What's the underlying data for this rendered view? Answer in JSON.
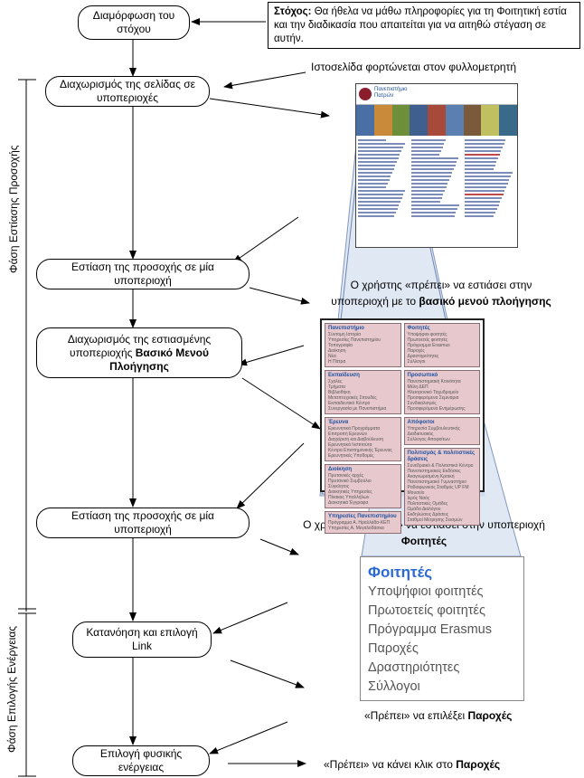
{
  "goal": {
    "label": "Στόχος:",
    "text": "Θα ήθελα να μάθω πληροφορίες για τη Φοιτητική εστία και την διαδικασία που απαιτείται για να αιτηθώ στέγαση σε αυτήν."
  },
  "nodes": {
    "n1": "Διαμόρφωση του στόχου",
    "n2": "Διαχωρισμός της σελίδας σε υποπεριοχές",
    "n3": "Εστίαση της προσοχής σε μία υποπεριοχή",
    "n4_prefix": "Διαχωρισμός της εστιασμένης υποπεριοχής",
    "n4_bold": "Βασικό Μενού Πλοήγησης",
    "n5": "Εστίαση της προσοχής σε μία υποπεριοχή",
    "n6": "Κατανόηση και επιλογή Link",
    "n7": "Επιλογή φυσικής ενέργειας"
  },
  "captions": {
    "c1": "Ιστοσελίδα φορτώνεται στον φυλλομετρητή",
    "c2_line1": "Ο χρήστης «πρέπει» να εστιάσει στην",
    "c2_line2_prefix": "υποπεριοχή με το",
    "c2_line2_bold": "βασικό μενού πλοήγησης",
    "c3_line1": "Ο χρήστης «πρέπει» να εστιάσει στην υποπεριοχή",
    "c3_line2_bold": "Φοιτητές",
    "c4_prefix": "«Πρέπει» να επιλέξει",
    "c4_bold": "Παροχές",
    "c5_prefix": "«Πρέπει» να κάνει κλικ στο",
    "c5_bold": "Παροχές"
  },
  "phases": {
    "attention": "Φάση Εστίασης Προσοχής",
    "action": "Φάση Επιλογής Ενέργειας"
  },
  "thumbnail": {
    "title_line1": "Πανεπιστήμιο",
    "title_line2": "Πατρών",
    "photo_colors": [
      "#4a6fa5",
      "#c98a3a",
      "#6d8f3a",
      "#3f5f8f",
      "#a84a3a",
      "#5a7fb0",
      "#7a5a3a",
      "#c0c060",
      "#3a6a8a"
    ],
    "brand_color": "#8b1d2c"
  },
  "menu": {
    "left_blocks": [
      {
        "title": "Πανεπιστήμιο",
        "lines": [
          "Σύντομη Ιστορία",
          "Υπηρεσίες Πανεπιστημίου",
          "Τοπογραφία",
          "Διοίκηση",
          "Νέα",
          "Η Πάτρα"
        ]
      },
      {
        "title": "Εκπαίδευση",
        "lines": [
          "Σχολές",
          "Τμήματα",
          "Βιβλιοθήκη",
          "Μεταπτυχιακές Σπουδές",
          "Εκπαιδευτικό Κέντρο",
          "Συνεργασία με Πανεπιστήμια"
        ]
      },
      {
        "title": "Έρευνα",
        "lines": [
          "Ερευνητικά Προγράμματα",
          "Επιτροπή Ερευνών",
          "Διαχείριση και Διαβούλευση",
          "Ερευνητικά Ινστιτούτα",
          "Κέντρα Επιστημονικής Έρευνας",
          "Ερευνητικές Υποδομές"
        ]
      },
      {
        "title": "Διοίκηση",
        "lines": [
          "Πρυτανικές αρχές",
          "Πρυτανικό Συμβούλιο",
          "Σύγκλητος",
          "Διοικητικές Υπηρεσίες",
          "Πίνακας Υπαλλήλων",
          "Διοικητικά Έγγραφα"
        ]
      },
      {
        "title": "Υπηρεσίες Πανεπιστημίου",
        "lines": [
          "Πρόγραμμα Α. Ηραλλάδα-ΚΕΠ",
          "Υπηρεσίες Α. Μεγαλοδάσκα"
        ]
      }
    ],
    "right_blocks": [
      {
        "title": "Φοιτητές",
        "lines": [
          "Υποψήφιοι φοιτητές",
          "Πρωτοετείς φοιτητές",
          "Πρόγραμμα Erasmus",
          "Παροχές",
          "Δραστηριότητες",
          "Σύλλογοι"
        ]
      },
      {
        "title": "Προσωπικό",
        "lines": [
          "Πανεπιστημιακή Κοινότητα",
          "Μέλη ΔΕΠ",
          "Ηλεκτρονικό Ταχυδρομείο",
          "Προσφερόμενα Σεμινάρια",
          "Συνδικαλισμός",
          "Προσφερόμενα Ενημέρωσης"
        ]
      },
      {
        "title": "Απόφοιτοι",
        "lines": [
          "Υπηρεσία Συμβουλευτικής",
          "Διαδικτυακός",
          "Σύλλογος Αποφοίτων"
        ]
      },
      {
        "title": "Πολιτισμός & πολιτιστικές δράσεις",
        "lines": [
          "Συνεδριακό & Πολιτιστικό Κέντρο",
          "Πανεπιστημιακές Εκδόσεις",
          "Αναγνωρισμένη Κριτική",
          "Πανεπιστημιακό Γυμναστήριο",
          "Ραδιοφωνικός Σταθμός UP FM",
          "Μουσείο",
          "Ιερός Ναός",
          "Πολιτιστικές Ομάδες",
          "Ομάδα Διαλόγου",
          "Εκδηλώσεις Δράσεις",
          "Σταθμοί Μέτρησης Σεισμών"
        ]
      }
    ]
  },
  "panel": {
    "heading": "Φοιτητές",
    "items": [
      "Υποψήφιοι φοιτητές",
      "Πρωτοετείς φοιτητές",
      "Πρόγραμμα Erasmus",
      "Παροχές",
      "Δραστηριότητες",
      "Σύλλογοι"
    ]
  }
}
